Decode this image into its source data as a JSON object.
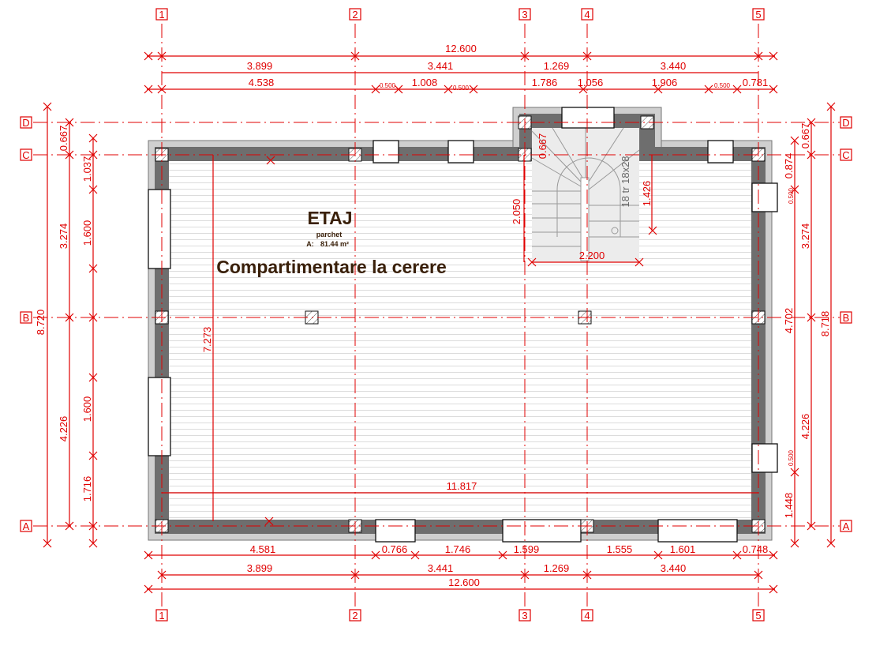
{
  "room": {
    "name": "ETAJ",
    "floor": "parchet",
    "area_label": "A:",
    "area": "81.44 m²",
    "note": "Compartimentare la cerere"
  },
  "grid": {
    "columns": [
      "1",
      "2",
      "3",
      "4",
      "5"
    ],
    "rows": [
      "D",
      "C",
      "B",
      "A"
    ]
  },
  "dims_top": {
    "total": "12.600",
    "axes": [
      "3.899",
      "3.441",
      "1.269",
      "3.440"
    ],
    "openings": [
      "4.538",
      "0.500",
      "1.008",
      "0.500",
      "1.786",
      "1.056",
      "1.906",
      "0.500",
      "0.781"
    ]
  },
  "dims_bottom": {
    "openings": [
      "4.581",
      "0.766",
      "1.746",
      "1.599",
      "1.555",
      "1.601",
      "0.748"
    ],
    "axes": [
      "3.899",
      "3.441",
      "1.269",
      "3.440"
    ],
    "total": "12.600"
  },
  "dims_left": {
    "total": "8.720",
    "axes": [
      "0.667",
      "3.274",
      "4.226"
    ],
    "openings": [
      "1.037",
      "1.600",
      "1.600",
      "1.716"
    ]
  },
  "dims_right": {
    "total": "8.718",
    "axes": [
      "0.667",
      "3.274",
      "4.226"
    ],
    "openings": [
      "0.874",
      "0.500",
      "4.702",
      "0.500",
      "1.448"
    ]
  },
  "interior": {
    "height": "7.273",
    "width": "11.817"
  },
  "stair": {
    "label": "18 tr 18x28",
    "d1": "0.667",
    "d2": "2.050",
    "d3": "1.426",
    "d4": "2.200"
  },
  "colors": {
    "dimension": "#e00000",
    "wall": "#6e6e6e",
    "label": "#3a200a"
  }
}
